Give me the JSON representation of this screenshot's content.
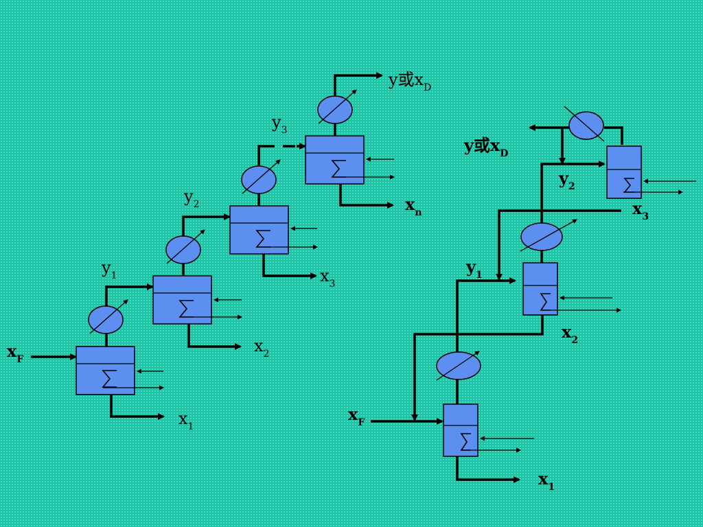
{
  "left_diagram": {
    "feed": {
      "main": "x",
      "sub": "F"
    },
    "outputs": [
      {
        "main": "x",
        "sub": "1"
      },
      {
        "main": "x",
        "sub": "2"
      },
      {
        "main": "x",
        "sub": "3"
      },
      {
        "main": "x",
        "sub": "n"
      }
    ],
    "vapors": [
      {
        "main": "y",
        "sub": "1"
      },
      {
        "main": "y",
        "sub": "2"
      },
      {
        "main": "y",
        "sub": "3"
      }
    ],
    "top": {
      "main": "y或x",
      "sub": "D"
    }
  },
  "right_diagram": {
    "feed": {
      "main": "x",
      "sub": "F"
    },
    "outputs": [
      {
        "main": "x",
        "sub": "1"
      },
      {
        "main": "x",
        "sub": "2"
      },
      {
        "main": "x",
        "sub": "3"
      }
    ],
    "vapors": [
      {
        "main": "y",
        "sub": "1"
      },
      {
        "main": "y",
        "sub": "2"
      }
    ],
    "top": {
      "main": "y或x",
      "sub": "D"
    }
  },
  "colors": {
    "background": "#1fc2a4",
    "vessel_fill": "#5c8ff0",
    "line": "#000000"
  }
}
